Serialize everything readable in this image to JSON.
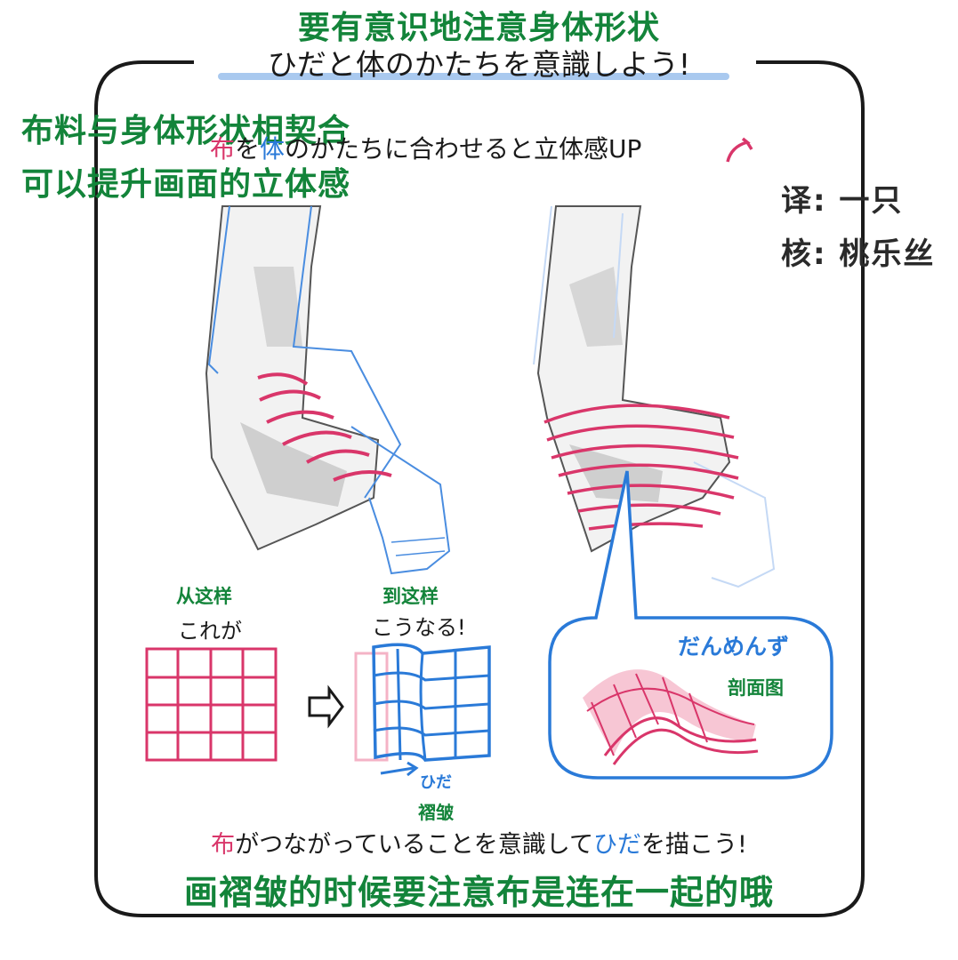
{
  "header": {
    "title_cn": "要有意识地注意身体形状",
    "title_jp": "ひだと体のかたちを意識しよう!"
  },
  "subtitle": {
    "cn_line1": "布料与身体形状相契合",
    "cn_line2": "可以提升画面的立体感",
    "jp_prefix_mark1": "布",
    "jp_part1": "を",
    "jp_prefix_mark2": "体",
    "jp_part2": "のかたちに合わせると立体感UP"
  },
  "credits": {
    "translator": "译: 一只",
    "proofreader": "核: 桃乐丝"
  },
  "grid_section": {
    "from_cn": "从这样",
    "from_jp": "これが",
    "to_cn": "到这样",
    "to_jp": "こうなる!",
    "fold_jp": "ひだ",
    "fold_cn": "褶皱"
  },
  "cross_section": {
    "label_jp": "だんめんず",
    "label_cn": "剖面图"
  },
  "footer": {
    "jp_mark1": "布",
    "jp_part1": "がつながっていることを意識して",
    "jp_mark2": "ひだ",
    "jp_part2": "を描こう!",
    "cn": "画褶皱的时候要注意布是连在一起的哦"
  },
  "colors": {
    "accent_green": "#13843a",
    "stripe_pink": "#d9366a",
    "guide_blue": "#2a7ad8",
    "highlight_blue": "#a9c9ef"
  }
}
